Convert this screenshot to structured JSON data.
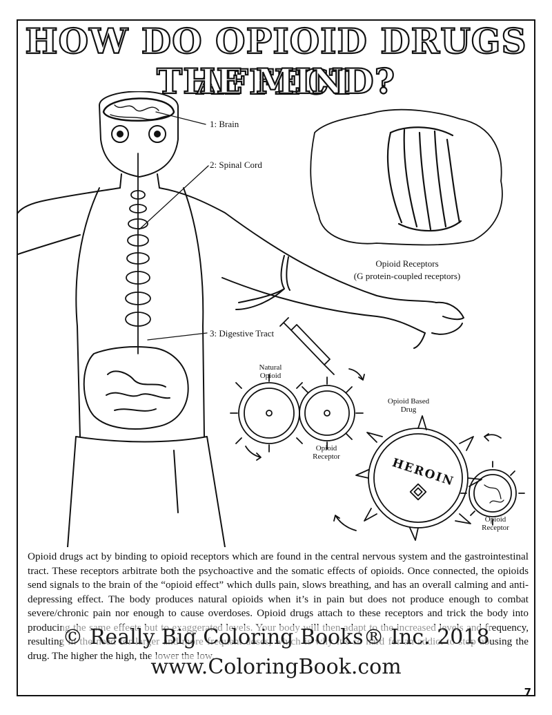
{
  "title": {
    "line1": "HOW DO OPIOID DRUGS AFFECT",
    "line2": "THE MIND?"
  },
  "labels": {
    "brain": "1: Brain",
    "spinal_cord": "2: Spinal Cord",
    "digestive_tract": "3: Digestive Tract",
    "receptors_caption_1": "Opioid Receptors",
    "receptors_caption_2": "(G protein-coupled receptors)",
    "natural_opioid_1": "Natural",
    "natural_opioid_2": "Opioid",
    "opioid_receptor_1": "Opioid",
    "opioid_receptor_2": "Receptor",
    "opioid_based_drug_1": "Opioid Based",
    "opioid_based_drug_2": "Drug",
    "heroin": "HEROIN",
    "opioid_receptor_b_1": "Opioid",
    "opioid_receptor_b_2": "Receptor"
  },
  "paragraph": "Opioid drugs act by binding to opioid receptors which are found in the central nervous system and the gastrointestinal tract. These receptors arbitrate both the psychoactive and the somatic effects of opioids.  Once connected, the opioids send signals to the brain of the “opioid effect” which dulls pain, slows breathing, and has an overall calming and anti-depressing effect. The body produces natural opioids when it’s in pain but does not produce enough to combat severe/chronic pain nor enough to cause overdoses. Opioid drugs attach to these receptors and trick the body into producing the same effects but to exaggerated levels. Your body will then adapt to the increased levels and frequency, resulting in the need for larger and more frequent doses, which is why it’s so hard for an addict to stop abusing the drug. The higher the high, the lower the low.",
  "watermark": {
    "copyright": "© Really Big Coloring Books® Inc. 2018",
    "url": "www.ColoringBook.com"
  },
  "page_number": "7"
}
